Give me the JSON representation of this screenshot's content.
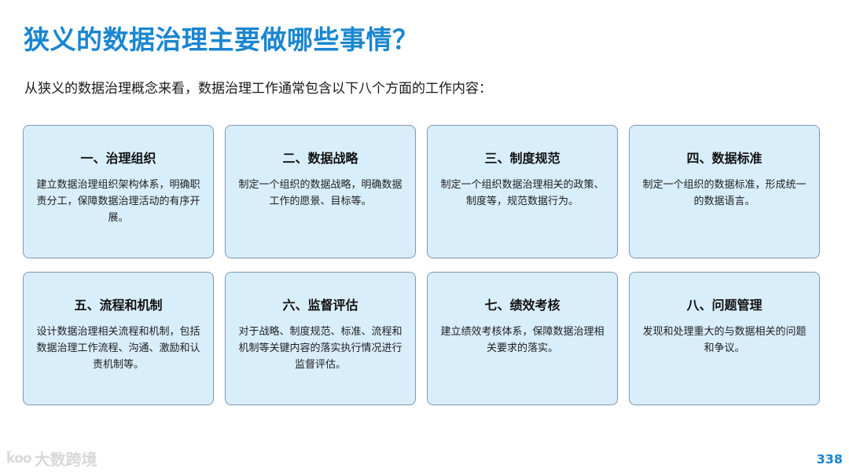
{
  "page": {
    "title": "狭义的数据治理主要做哪些事情？",
    "subtitle": "从狭义的数据治理概念来看，数据治理工作通常包含以下八个方面的工作内容：",
    "page_number": "338"
  },
  "cards": [
    {
      "title": "一、治理组织",
      "desc": "建立数据治理组织架构体系，明确职责分工，保障数据治理活动的有序开展。"
    },
    {
      "title": "二、数据战略",
      "desc": "制定一个组织的数据战略，明确数据工作的愿景、目标等。"
    },
    {
      "title": "三、制度规范",
      "desc": "制定一个组织数据治理相关的政策、制度等，规范数据行为。"
    },
    {
      "title": "四、数据标准",
      "desc": "制定一个组织的数据标准，形成统一的数据语言。"
    },
    {
      "title": "五、流程和机制",
      "desc": "设计数据治理相关流程和机制，包括数据治理工作流程、沟通、激励和认责机制等。"
    },
    {
      "title": "六、监督评估",
      "desc": "对于战略、制度规范、标准、流程和机制等关键内容的落实执行情况进行监督评估。"
    },
    {
      "title": "七、绩效考核",
      "desc": "建立绩效考核体系，保障数据治理相关要求的落实。"
    },
    {
      "title": "八、问题管理",
      "desc": "发现和处理重大的与数据相关的问题和争议。"
    }
  ],
  "footer": {
    "logo_mark": "k̃oo",
    "logo_text": "大数跨境"
  },
  "colors": {
    "accent": "#1a86d0",
    "card_bg": "#d9eefb",
    "card_border": "#7f97b5"
  }
}
